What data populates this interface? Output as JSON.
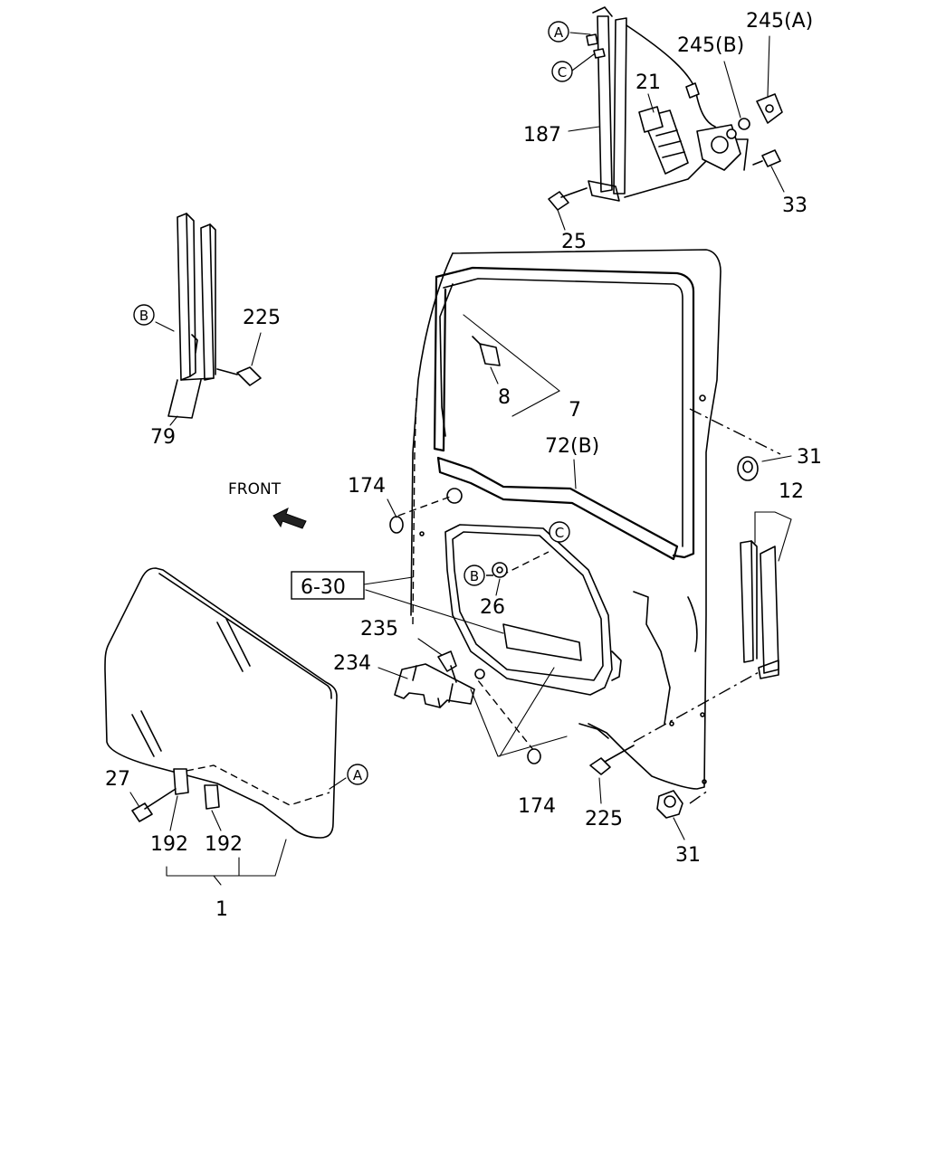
{
  "labels": {
    "l_245a": "245(A)",
    "l_245b": "245(B)",
    "l_21": "21",
    "l_187": "187",
    "l_33": "33",
    "l_25": "25",
    "l_225_top": "225",
    "l_79": "79",
    "l_8": "8",
    "l_7": "7",
    "l_72b": "72(B)",
    "l_31_top": "31",
    "l_12": "12",
    "l_174_top": "174",
    "l_front": "FRONT",
    "l_630": "6-30",
    "l_26": "26",
    "l_235": "235",
    "l_234": "234",
    "l_27": "27",
    "l_192a": "192",
    "l_192b": "192",
    "l_1": "1",
    "l_174_bot": "174",
    "l_225_bot": "225",
    "l_31_bot": "31"
  },
  "callouts": {
    "a_top": "A",
    "c_top": "C",
    "b_left": "B",
    "c_mid": "C",
    "b_mid": "B",
    "a_glass": "A"
  }
}
